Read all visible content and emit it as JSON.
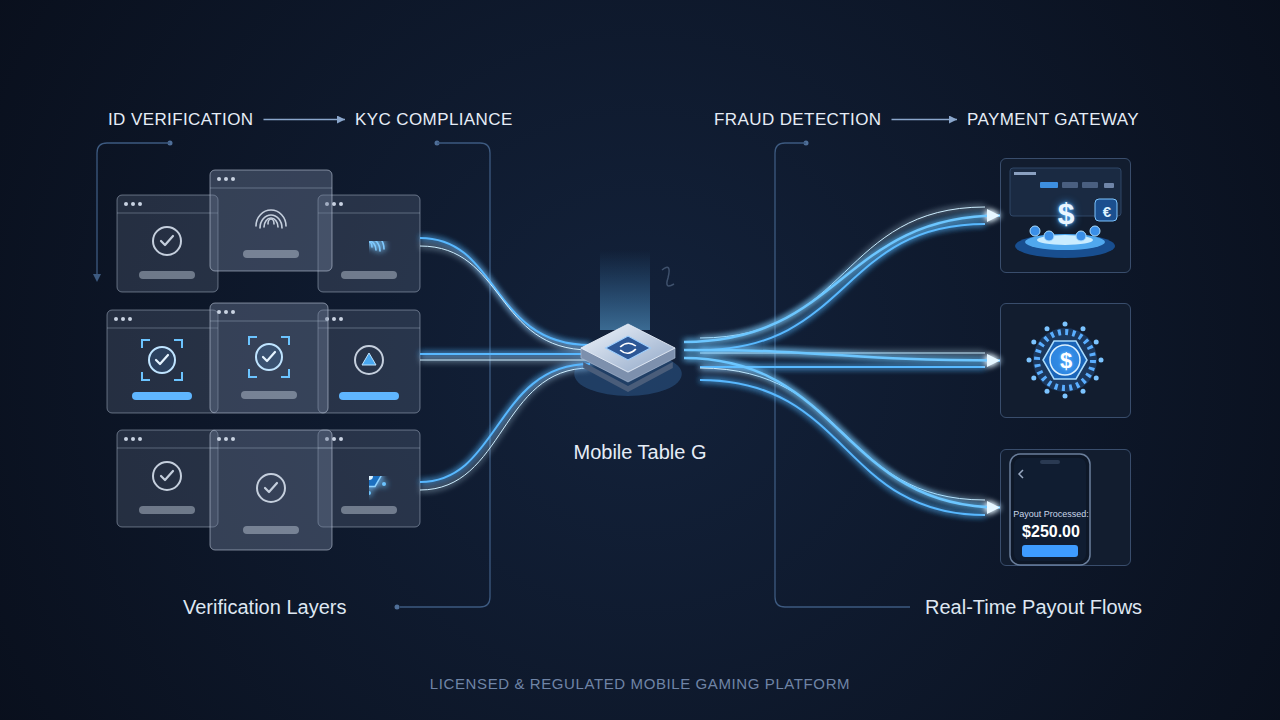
{
  "diagram": {
    "caption": "LICENSED & REGULATED MOBILE GAMING PLATFORM",
    "nodes": [
      {
        "text": [
          "ID VERIFICATION"
        ]
      },
      {
        "text": [
          "KYC COMPLIANCE"
        ]
      },
      {
        "text": [
          "FRAUD DETECTION"
        ]
      },
      {
        "text": [
          "PAYMENT GATEWAY"
        ]
      },
      {
        "text": [
          "Mobile Table G"
        ]
      },
      {
        "text": [
          "$",
          "€"
        ]
      },
      {
        "text": [
          "$"
        ]
      },
      {
        "text": [
          "Payout Processed:",
          "$250.00"
        ]
      }
    ],
    "edges": [
      {
        "from": 0,
        "to": 1,
        "arrow": "to"
      },
      {
        "from": 2,
        "to": 3,
        "arrow": "to"
      },
      {
        "from": 4,
        "to": 5,
        "arrow": "to"
      },
      {
        "from": 4,
        "to": 6,
        "arrow": "to"
      },
      {
        "from": 4,
        "to": 7,
        "arrow": "to"
      }
    ],
    "labels": [
      "Verification Layers",
      "Real-Time Payout Flows"
    ]
  }
}
